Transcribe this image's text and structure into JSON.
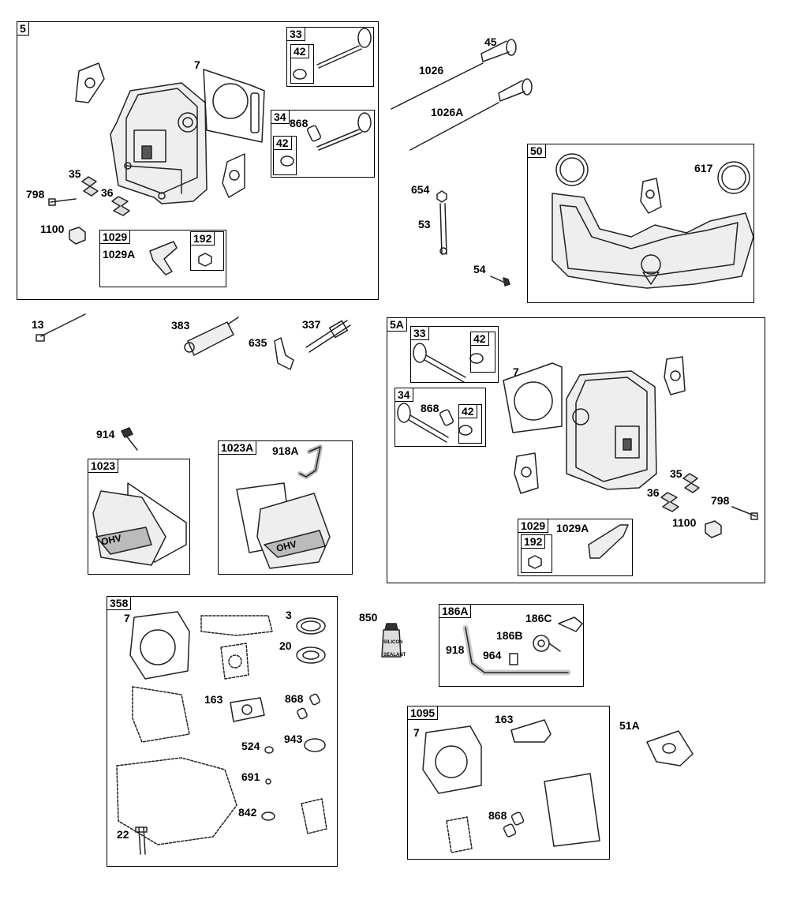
{
  "groups": {
    "g5": "5",
    "g33a": "33",
    "g42a": "42",
    "g34a": "34",
    "g42b": "42",
    "g1029a": "1029",
    "g192a": "192",
    "g50": "50",
    "g5A": "5A",
    "g33b": "33",
    "g42c": "42",
    "g34b": "34",
    "g42d": "42",
    "g1029b": "1029",
    "g192b": "192",
    "g1023": "1023",
    "g1023A": "1023A",
    "g358": "358",
    "g186A": "186A",
    "g1095": "1095"
  },
  "labels": {
    "l7a": "7",
    "l45": "45",
    "l1026": "1026",
    "l1026A": "1026A",
    "l868a": "868",
    "l35a": "35",
    "l798a": "798",
    "l36a": "36",
    "l1100a": "1100",
    "l1029Aa": "1029A",
    "l654": "654",
    "l53": "53",
    "l54": "54",
    "l617": "617",
    "l13": "13",
    "l383": "383",
    "l337": "337",
    "l635": "635",
    "l7b": "7",
    "l868b": "868",
    "l35b": "35",
    "l36b": "36",
    "l798b": "798",
    "l1100b": "1100",
    "l1029Ab": "1029A",
    "l914": "914",
    "l918A": "918A",
    "l7c": "7",
    "l3": "3",
    "l20": "20",
    "l163a": "163",
    "l868c": "868",
    "l524": "524",
    "l943": "943",
    "l691": "691",
    "l842": "842",
    "l22": "22",
    "l850": "850",
    "l186C": "186C",
    "l186B": "186B",
    "l918": "918",
    "l964": "964",
    "l7d": "7",
    "l163b": "163",
    "l868d": "868",
    "l51A": "51A"
  },
  "art_text": {
    "ohv": "OHV",
    "tube": "SILICON SEALANT"
  }
}
